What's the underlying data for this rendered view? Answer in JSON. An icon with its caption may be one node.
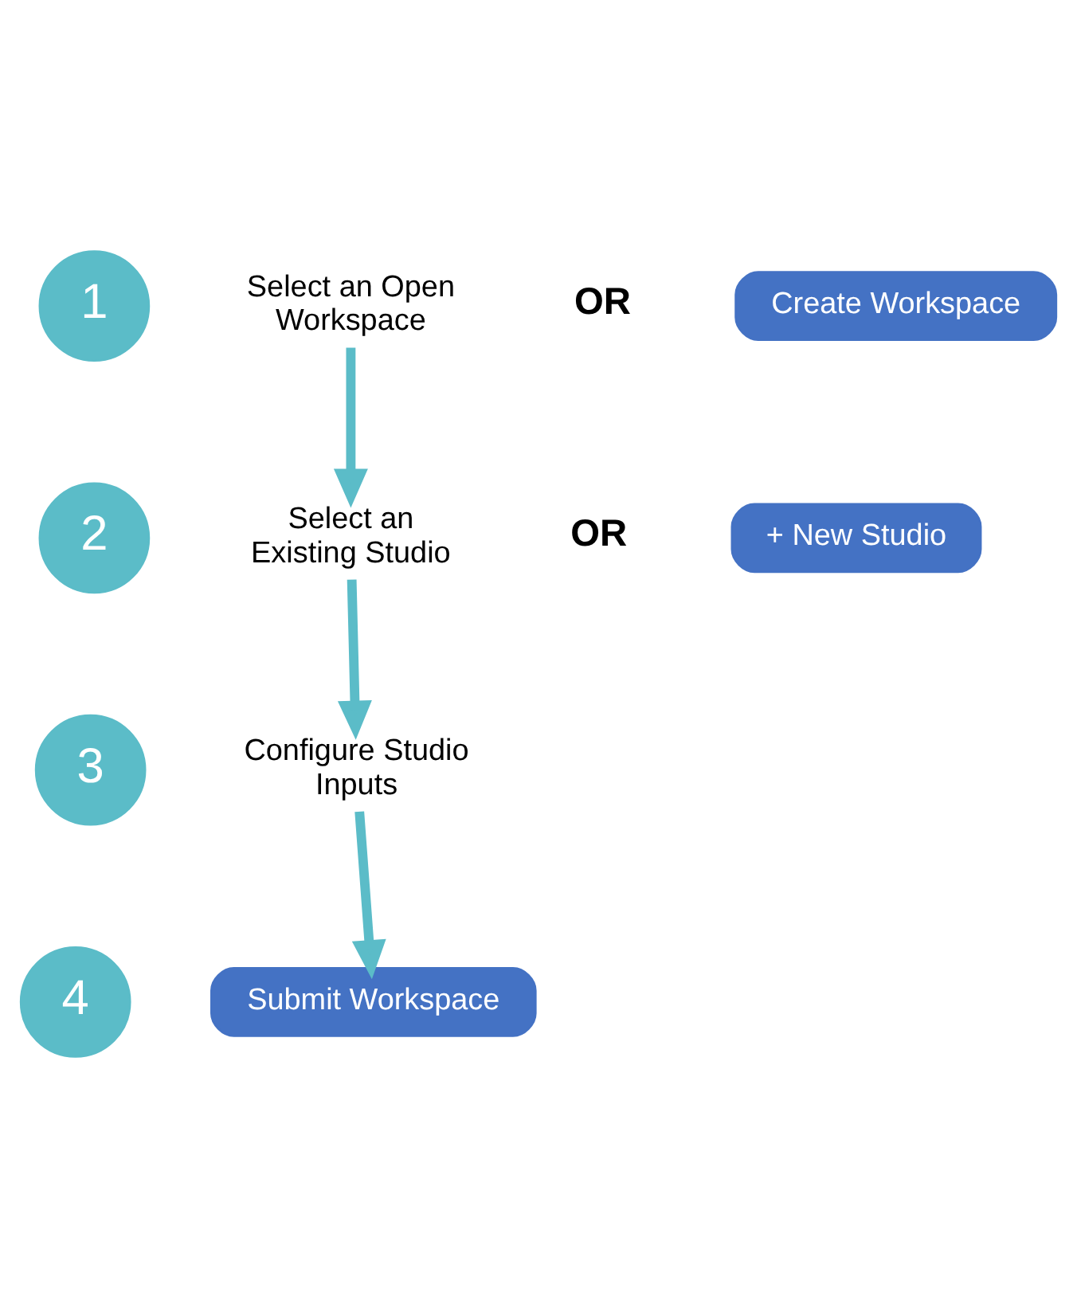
{
  "diagram": {
    "nodes": [
      {
        "text": [
          "1"
        ]
      },
      {
        "text": [
          "Select an Open Workspace"
        ]
      },
      {
        "text": [
          "Create Workspace"
        ]
      },
      {
        "text": [
          "2"
        ]
      },
      {
        "text": [
          "Select an Existing Studio"
        ]
      },
      {
        "text": [
          "+ New Studio"
        ]
      },
      {
        "text": [
          "3"
        ]
      },
      {
        "text": [
          "Configure Studio Inputs"
        ]
      },
      {
        "text": [
          "4"
        ]
      },
      {
        "text": [
          "Submit Workspace"
        ]
      }
    ],
    "edges": [
      {
        "from": 1,
        "to": 4,
        "arrow": "to"
      },
      {
        "from": 4,
        "to": 7,
        "arrow": "to"
      },
      {
        "from": 7,
        "to": 9,
        "arrow": "to"
      }
    ],
    "labels": [
      "OR",
      "OR"
    ]
  }
}
